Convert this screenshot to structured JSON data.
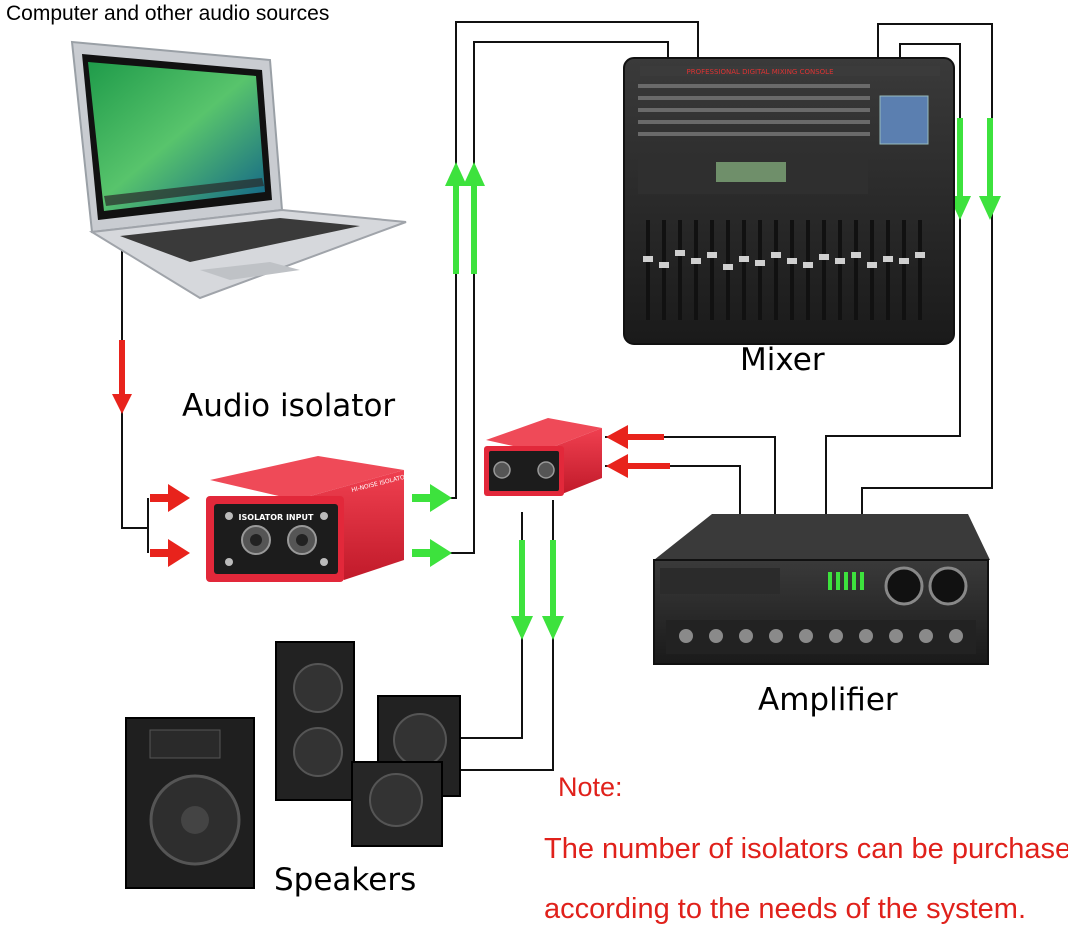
{
  "labels": {
    "computer": "Computer and other audio sources",
    "isolator": "Audio isolator",
    "mixer": "Mixer",
    "amplifier": "Amplifier",
    "speakers": "Speakers"
  },
  "note": {
    "title": "Note:",
    "line1": "The number of isolators can be purchased",
    "line2": "according to the needs of the system."
  },
  "device_text": {
    "isolator_panel": "ISOLATOR INPUT",
    "isolator_brand": "HI-NOISE ISOLATOR",
    "mixer_brand": "PROFESSIONAL DIGITAL MIXING CONSOLE"
  },
  "colors": {
    "signal_in": "#e8231c",
    "signal_out": "#3de23d",
    "isolator_body": "#e2283a",
    "device_dark": "#2a2a2a",
    "note_text": "#e0211b"
  }
}
